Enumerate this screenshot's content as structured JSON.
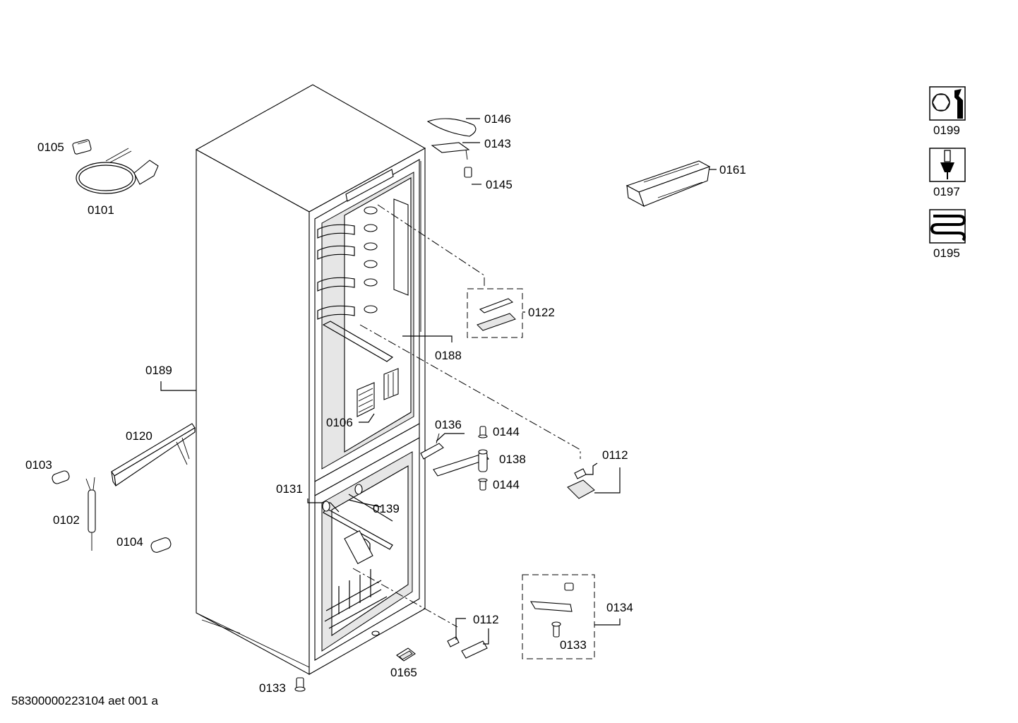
{
  "parts": {
    "p0101": "0101",
    "p0102": "0102",
    "p0103": "0103",
    "p0104": "0104",
    "p0105": "0105",
    "p0106": "0106",
    "p0112a": "0112",
    "p0112b": "0112",
    "p0120": "0120",
    "p0122": "0122",
    "p0131": "0131",
    "p0133a": "0133",
    "p0133b": "0133",
    "p0134": "0134",
    "p0136": "0136",
    "p0138": "0138",
    "p0139": "0139",
    "p0143": "0143",
    "p0144a": "0144",
    "p0144b": "0144",
    "p0145": "0145",
    "p0146": "0146",
    "p0161": "0161",
    "p0165": "0165",
    "p0188": "0188",
    "p0189": "0189"
  },
  "legend": {
    "service_kit": "0199",
    "accessory": "0197",
    "heating": "0195"
  },
  "footer": {
    "drawing_id": "58300000223104 aet 001 a"
  },
  "icons": {
    "service_kit": "wrench-nut-icon",
    "accessory": "screwdriver-icon",
    "heating": "heating-coil-icon"
  }
}
